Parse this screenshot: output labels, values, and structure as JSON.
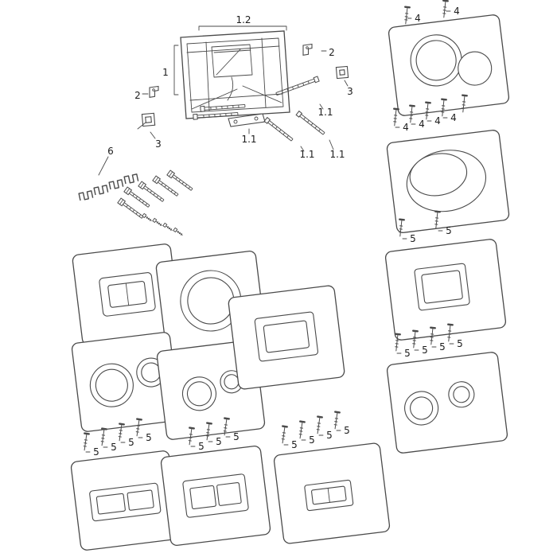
{
  "diagram": {
    "colors": {
      "background": "#ffffff",
      "line": "#4a4a4a",
      "text": "#1c1c1c"
    },
    "labels": {
      "frame": "1",
      "rod": "1.1",
      "frame_assembly": "1.2",
      "bracket": "2",
      "fitting": "3",
      "plate_screw": "4",
      "cover_screw": "5",
      "fastener_set": "6"
    }
  }
}
